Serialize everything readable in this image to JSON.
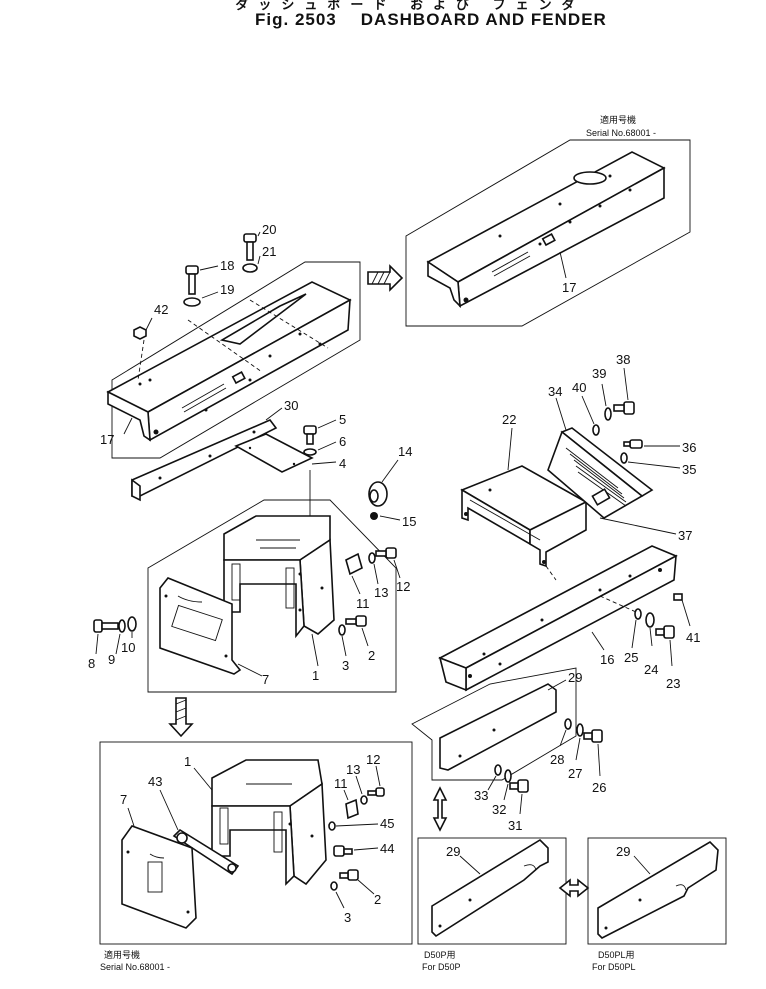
{
  "header": {
    "japanese_title": "ダッシュボード および フェンダ",
    "figure_number": "Fig. 2503",
    "title": "DASHBOARD AND FENDER"
  },
  "notes": {
    "top_serial_jp": "適用号機",
    "top_serial": "Serial No.68001 -",
    "bottom_serial_jp": "適用号機",
    "bottom_serial": "Serial No.68001 -",
    "d50p_jp": "D50P用",
    "d50p": "For D50P",
    "d50pl_jp": "D50PL用",
    "d50pl": "For D50PL"
  },
  "callouts": {
    "c1": "1",
    "c2": "2",
    "c3": "3",
    "c4": "4",
    "c5": "5",
    "c6": "6",
    "c7": "7",
    "c8": "8",
    "c9": "9",
    "c10": "10",
    "c11": "11",
    "c12": "12",
    "c13": "13",
    "c14": "14",
    "c15": "15",
    "c16": "16",
    "c17": "17",
    "c18": "18",
    "c19": "19",
    "c20": "20",
    "c21": "21",
    "c22": "22",
    "c23": "23",
    "c24": "24",
    "c25": "25",
    "c26": "26",
    "c27": "27",
    "c28": "28",
    "c29": "29",
    "c30": "30",
    "c31": "31",
    "c32": "32",
    "c33": "33",
    "c34": "34",
    "c35": "35",
    "c36": "36",
    "c37": "37",
    "c38": "38",
    "c39": "39",
    "c40": "40",
    "c41": "41",
    "c42": "42",
    "c43": "43",
    "c44": "44",
    "c45": "45"
  }
}
